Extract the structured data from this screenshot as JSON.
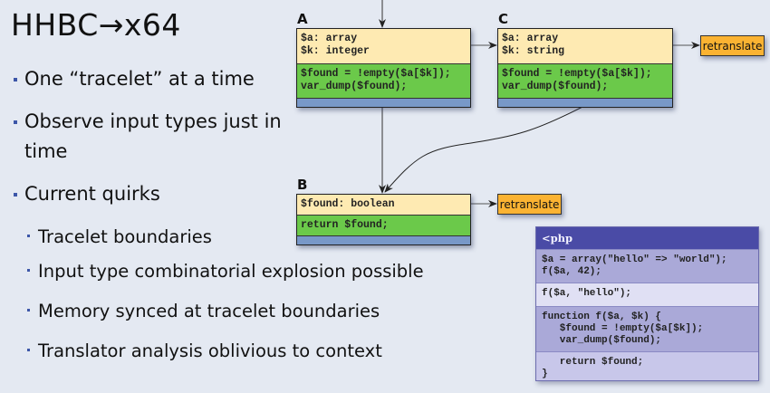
{
  "slide": {
    "title": "HHBC→x64",
    "bullets": [
      {
        "level": 1,
        "lines": [
          "One “tracelet” at a time"
        ]
      },
      {
        "level": 1,
        "lines": [
          "Observe input types just in",
          "time"
        ]
      },
      {
        "level": 1,
        "lines": [
          "Current quirks"
        ]
      },
      {
        "level": 2,
        "lines": [
          "Tracelet boundaries"
        ]
      },
      {
        "level": 2,
        "lines": [
          "Input type combinatorial explosion possible"
        ]
      },
      {
        "level": 2,
        "lines": [
          "Memory synced at tracelet boundaries"
        ]
      },
      {
        "level": 2,
        "lines": [
          "Translator analysis oblivious to context"
        ]
      }
    ]
  },
  "diagram": {
    "nodes": {
      "A": {
        "label": "A",
        "types": "$a: array\n$k: integer",
        "code": "$found = !empty($a[$k]);\nvar_dump($found);"
      },
      "C": {
        "label": "C",
        "types": "$a: array\n$k: string",
        "code": "$found = !empty($a[$k]);\nvar_dump($found);"
      },
      "B": {
        "label": "B",
        "types": "$found: boolean",
        "code": "return $found;"
      }
    },
    "retranslate_label": "retranslate",
    "edges": [
      {
        "from": "entry",
        "to": "A"
      },
      {
        "from": "A",
        "to": "C"
      },
      {
        "from": "C",
        "to": "retranslate"
      },
      {
        "from": "A",
        "to": "B"
      },
      {
        "from": "C",
        "to": "B"
      },
      {
        "from": "B",
        "to": "retranslate"
      }
    ]
  },
  "php_listing": {
    "header": "<php",
    "sections": [
      "$a = array(\"hello\" => \"world\");\nf($a, 42);",
      "f($a, \"hello\");",
      "function f($a, $k) {\n   $found = !empty($a[$k]);\n   var_dump($found);",
      "   return $found;\n}"
    ]
  }
}
